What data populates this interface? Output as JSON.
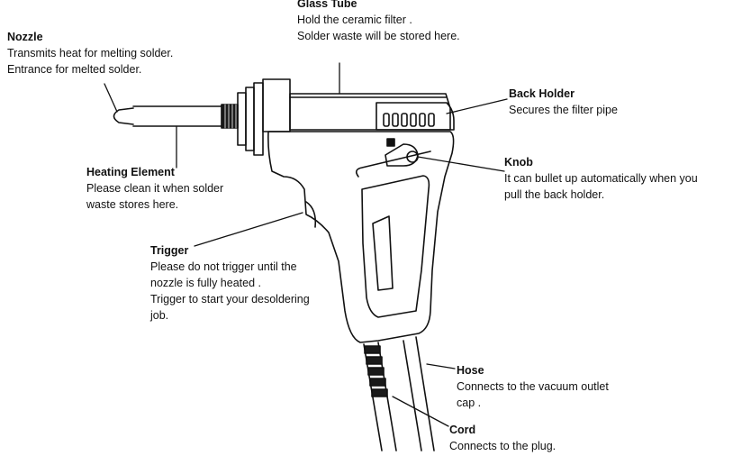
{
  "callouts": {
    "glass_tube": {
      "title": "Glass Tube",
      "lines": [
        "Hold the ceramic filter .",
        "Solder waste will be stored here."
      ]
    },
    "nozzle": {
      "title": "Nozzle",
      "lines": [
        "Transmits heat for melting solder.",
        "Entrance for melted solder."
      ]
    },
    "back_holder": {
      "title": "Back Holder",
      "lines": [
        "Secures the filter pipe"
      ]
    },
    "knob": {
      "title": "Knob",
      "lines": [
        "It can bullet up automatically when you",
        "pull the back holder."
      ]
    },
    "heating_element": {
      "title": "Heating Element",
      "lines": [
        "Please clean it when solder",
        "waste stores here."
      ]
    },
    "trigger": {
      "title": "Trigger",
      "lines": [
        "Please do not trigger until the",
        "nozzle is fully heated .",
        "Trigger to start your desoldering",
        "job."
      ]
    },
    "hose": {
      "title": "Hose",
      "lines": [
        "Connects to the vacuum outlet",
        "cap ."
      ]
    },
    "cord": {
      "title": "Cord",
      "lines": [
        "Connects to the plug."
      ]
    }
  },
  "colors": {
    "ink": "#111111",
    "background": "#ffffff"
  }
}
